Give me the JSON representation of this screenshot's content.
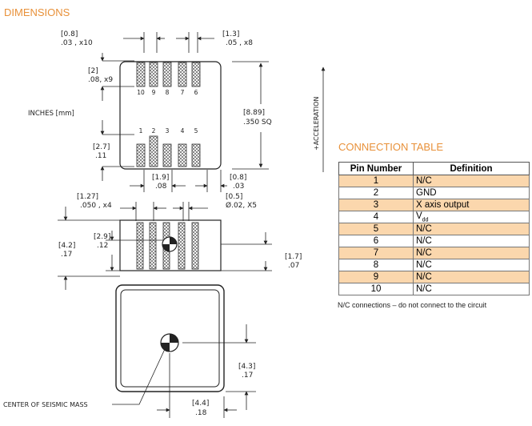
{
  "headings": {
    "dimensions": "DIMENSIONS",
    "connection_table": "CONNECTION TABLE"
  },
  "drawing": {
    "units_label": "INCHES [mm]",
    "acceleration_label": "+ACCELERATION",
    "seismic_mass_label": "CENTER OF SEISMIC MASS",
    "pin_numbers_top": [
      "10",
      "9",
      "8",
      "7",
      "6"
    ],
    "pin_numbers_bottom": [
      "1",
      "2",
      "3",
      "4",
      "5"
    ],
    "dims": {
      "pitch_top": {
        "mm": "[0.8]",
        "in": ".03 , x10"
      },
      "pad_width_top": {
        "mm": "[1.3]",
        "in": ".05 , x8"
      },
      "pad_len": {
        "mm": "[2]",
        "in": ".08, x9"
      },
      "body_size": {
        "mm": "[8.89]",
        "in": ".350  SQ"
      },
      "pad_long": {
        "mm": "[2.7]",
        "in": ".11"
      },
      "span": {
        "mm": "[1.9]",
        "in": ".08"
      },
      "edge": {
        "mm": "[0.8]",
        "in": ".03"
      },
      "lead_pitch": {
        "mm": "[1.27]",
        "in": ".050 , x4"
      },
      "via": {
        "mm": "[0.5]",
        "in": "Ø.02, X5"
      },
      "height": {
        "mm": "[4.2]",
        "in": ".17"
      },
      "mass_height": {
        "mm": "[2.9]",
        "in": ".12"
      },
      "standoff": {
        "mm": "[1.7]",
        "in": ".07"
      },
      "mass_y": {
        "mm": "[4.3]",
        "in": ".17"
      },
      "mass_x": {
        "mm": "[4.4]",
        "in": ".18"
      }
    }
  },
  "table": {
    "headers": [
      "Pin Number",
      "Definition"
    ],
    "rows": [
      {
        "pin": "1",
        "def": "N/C"
      },
      {
        "pin": "2",
        "def": "GND"
      },
      {
        "pin": "3",
        "def": "X axis output"
      },
      {
        "pin": "4",
        "def": "V",
        "sub": "dd"
      },
      {
        "pin": "5",
        "def": "N/C"
      },
      {
        "pin": "6",
        "def": "N/C"
      },
      {
        "pin": "7",
        "def": "N/C"
      },
      {
        "pin": "8",
        "def": "N/C"
      },
      {
        "pin": "9",
        "def": "N/C"
      },
      {
        "pin": "10",
        "def": "N/C"
      }
    ],
    "note": "N/C connections – do not connect to the circuit"
  },
  "colors": {
    "accent": "#e8913a",
    "row_highlight": "#fbd7ad",
    "line": "#222222"
  }
}
